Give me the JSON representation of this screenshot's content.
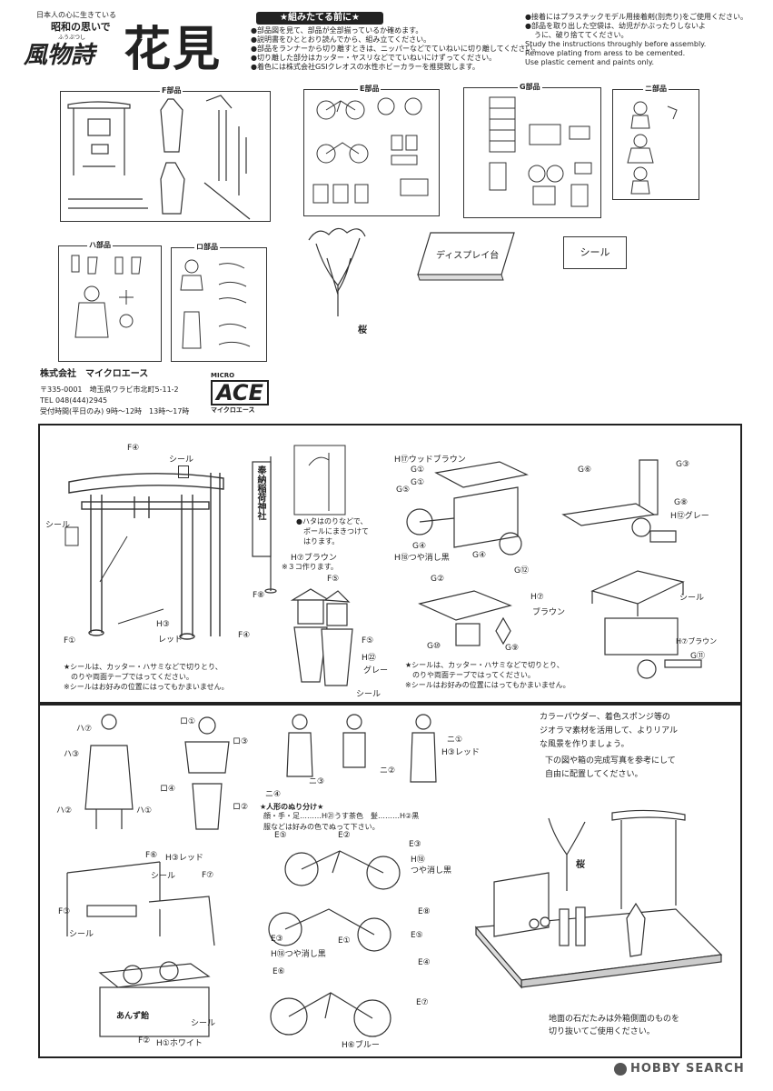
{
  "header": {
    "kicker": "日本人の心に生きている",
    "subtitle": "昭和の思いで",
    "series": "風物詩",
    "series_ruby": "ふうぶつし",
    "title": "花見"
  },
  "before_assembly": {
    "heading": "★組みたてる前に★",
    "items": [
      "●部品図を見て、部品が全部揃っているか確めます。",
      "●説明書をひととおり読んでから、組み立てください。",
      "●部品をランナーから切り離すときは、ニッパーなどでていねいに切り離してください。",
      "●切り離した部分はカッター・ヤスリなどでていねいにけずってください。",
      "●着色には株式会社GSIクレオスの水性ホビーカラーを推奨致します。"
    ],
    "right_jp": [
      "●接着にはプラスチックモデル用接着剤(別売り)をご使用ください。",
      "●部品を取り出した空袋は、幼児がかぶったりしないよ",
      "うに、破り捨ててください。"
    ],
    "right_en": [
      "Study the instructions throughly before assembly.",
      "Remove plating from aress to be cemented.",
      "Use plastic cement and paints only."
    ]
  },
  "parts": {
    "F": "F部品",
    "E": "E部品",
    "G": "G部品",
    "ni": "ニ部品",
    "ha": "ハ部品",
    "ro": "ロ部品",
    "display_base": "ディスプレイ台",
    "sticker": "シール",
    "tree": "桜"
  },
  "company": {
    "name": "株式会社　マイクロエース",
    "address": "〒335-0001　埼玉県ワラビ市北町5-11-2",
    "tel": "TEL 048(444)2945",
    "hours": "受付時間(平日のみ) 9時～12時　13時～17時",
    "logo_top": "MICRO",
    "logo_main": "ACE",
    "logo_sub": "マイクロエース"
  },
  "step1": {
    "labels": {
      "f4a": "F④",
      "seal_a": "シール",
      "seal_b": "シール",
      "f1": "F①",
      "h3": "H③",
      "red": "レッド",
      "f4b": "F④",
      "f8": "F⑧",
      "flag_note": [
        "●ハタはのりなどで、",
        "ポールにまきつけて",
        "はります。"
      ],
      "h7brown": "H⑦ブラウン",
      "make3": "※３コ作ります。",
      "f5a": "F⑤",
      "f5b": "F⑤",
      "h22": "H㉒",
      "gray": "グレー",
      "seal_c": "シール",
      "banner_text": "奉納稲荷神社",
      "g_woodbrown": "H⑰ウッドブラウン",
      "g1a": "G①",
      "g1b": "G①",
      "g5": "G⑤",
      "g4a": "G④",
      "h18": "H⑱つや消し黒",
      "g4b": "G④",
      "g12": "G⑫",
      "g6": "G⑥",
      "g3": "G③",
      "h12gray": "H⑫グレー",
      "g8": "G⑧",
      "g2": "G②",
      "h7": "H⑦",
      "brown": "ブラウン",
      "g10": "G⑩",
      "g9": "G⑨",
      "seal_d": "シール",
      "h7brown2": "H⑦ブラウン",
      "g11": "G⑪"
    },
    "notes_left": [
      "★シールは、カッター・ハサミなどで切りとり、",
      "のりや両面テープではってください。",
      "※シールはお好みの位置にはってもかまいません。"
    ],
    "notes_mid": [
      "★シールは、カッター・ハサミなどで切りとり、",
      "のりや両面テープではってください。",
      "※シールはお好みの位置にはってもかまいません。"
    ]
  },
  "step2": {
    "labels": {
      "ha7": "ハ⑦",
      "ha3": "ハ③",
      "ha2": "ハ②",
      "ha1": "ハ①",
      "ro1": "ロ①",
      "ro3": "ロ③",
      "ro4": "ロ④",
      "ro2": "ロ②",
      "ni4": "ニ④",
      "ni3": "ニ③",
      "ni2": "ニ②",
      "ni1": "ニ①",
      "h3red": "H③レッド",
      "fig_title": "★人形のぬり分け★",
      "fig_line1": "顔・手・足………H㉑うす茶色　髪………H②黒",
      "fig_line2": "服などは好みの色でぬって下さい。",
      "f6": "F⑥",
      "h3red2": "H③レッド",
      "seal_e": "シール",
      "f7": "F⑦",
      "f3": "F③",
      "seal_f": "シール",
      "seal_g": "シール",
      "stall_sign": "あんず飴",
      "f2": "F②",
      "h1white": "H①ホワイト",
      "e5a": "E⑤",
      "e2": "E②",
      "e3a": "E③",
      "h18b": "H⑱",
      "tsuyakeshi": "つや消し黒",
      "e8": "E⑧",
      "e3b": "E③",
      "e1": "E①",
      "e5b": "E⑤",
      "h18c": "H⑱つや消し黒",
      "e6": "E⑥",
      "e4": "E④",
      "e7": "E⑦",
      "h6blue": "H⑥ブルー"
    },
    "diorama_text": [
      "カラーパウダー、着色スポンジ等の",
      "ジオラマ素材を活用して、よりリアル",
      "な風景を作りましょう。"
    ],
    "diorama_text2": [
      "下の図や箱の完成写真を参考にして",
      "自由に配置してください。"
    ],
    "tree_label": "桜",
    "bottom_note": [
      "地面の石だたみは外箱側面のものを",
      "切り抜いてご使用ください。"
    ]
  },
  "watermark": "HOBBY SEARCH"
}
